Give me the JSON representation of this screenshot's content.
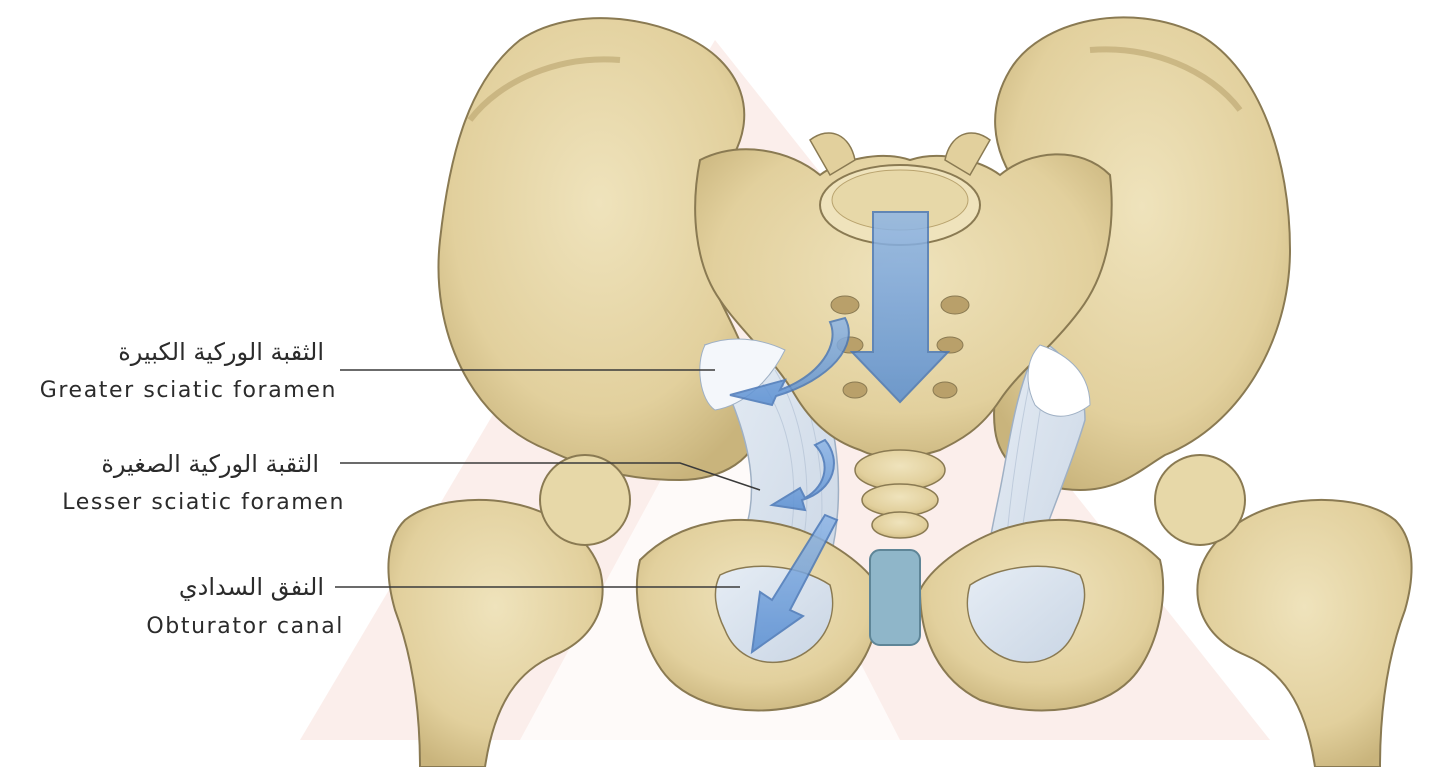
{
  "labels": {
    "greater_sciatic": {
      "ar": "الثقبة الوركية الكبيرة",
      "en": "Greater sciatic foramen"
    },
    "lesser_sciatic": {
      "ar": "الثقبة الوركية الصغيرة",
      "en": "Lesser sciatic foramen"
    },
    "obturator_canal": {
      "ar": "النفق السدادي",
      "en": "Obturator canal"
    }
  },
  "colors": {
    "bone": "#e6d7a9",
    "bone_shadow": "#c7b27b",
    "bone_outline": "#8a7a52",
    "ligament": "#d6e0ec",
    "cartilage": "#8fb6c9",
    "arrow": "#6f9ed8",
    "watermark": "#fbe9e7",
    "text": "#2b2b2b",
    "leader": "#3a3a3a"
  }
}
